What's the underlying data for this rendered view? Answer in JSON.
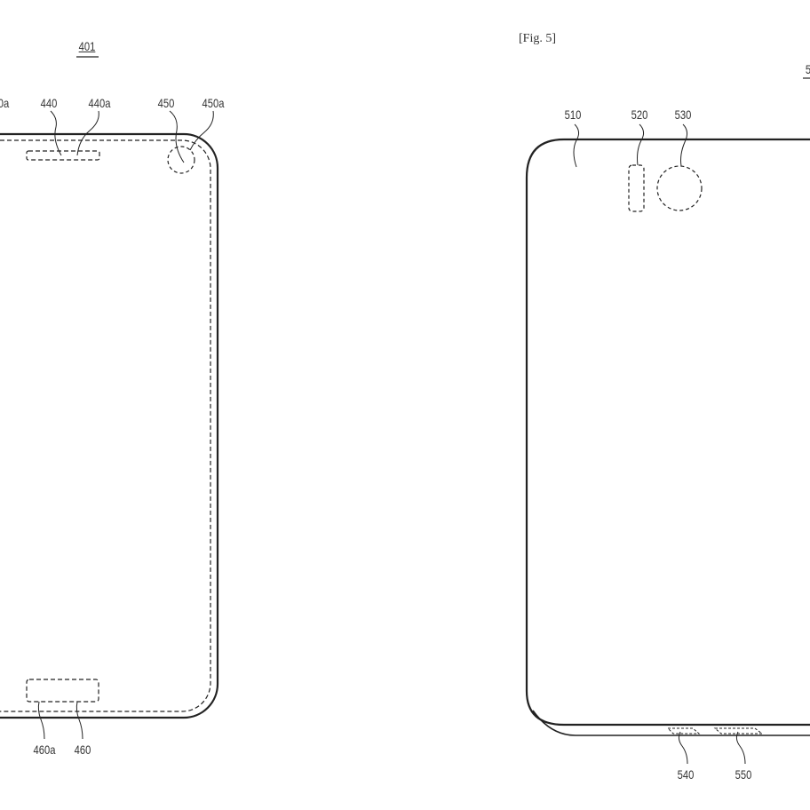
{
  "fig4": {
    "ref": "401",
    "labels": {
      "l430a": "0a",
      "l440": "440",
      "l440a": "440a",
      "l450": "450",
      "l450a": "450a",
      "l460a": "460a",
      "l460": "460"
    }
  },
  "fig5": {
    "caption": "[Fig. 5]",
    "ref": "5",
    "labels": {
      "l510": "510",
      "l520": "520",
      "l530": "530",
      "l540": "540",
      "l550": "550"
    }
  }
}
